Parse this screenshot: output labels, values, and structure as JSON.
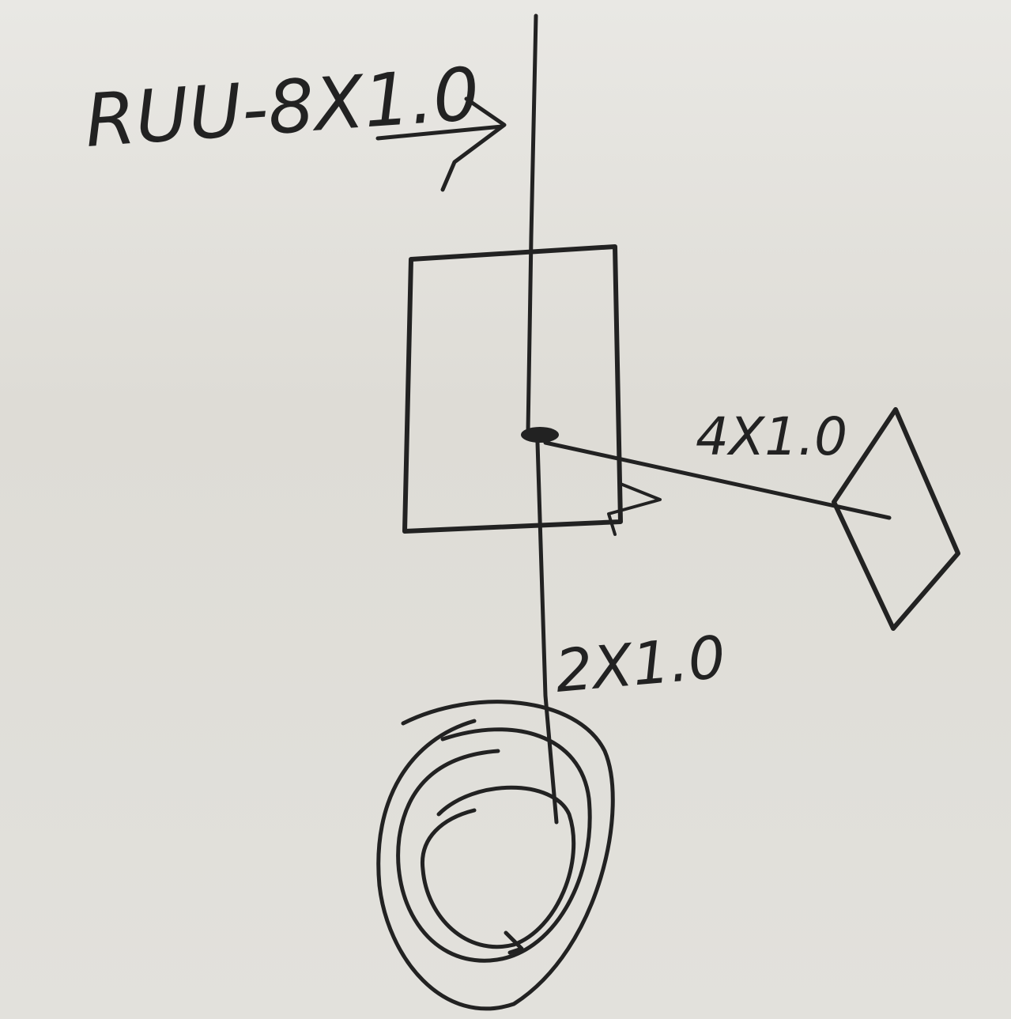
{
  "labels": {
    "top_label": "RUU-8X1.0",
    "right_label": "4X1.0",
    "bottom_label": "2X1.0"
  },
  "colors": {
    "paper": "#e4e3de",
    "ink": "#222222"
  }
}
